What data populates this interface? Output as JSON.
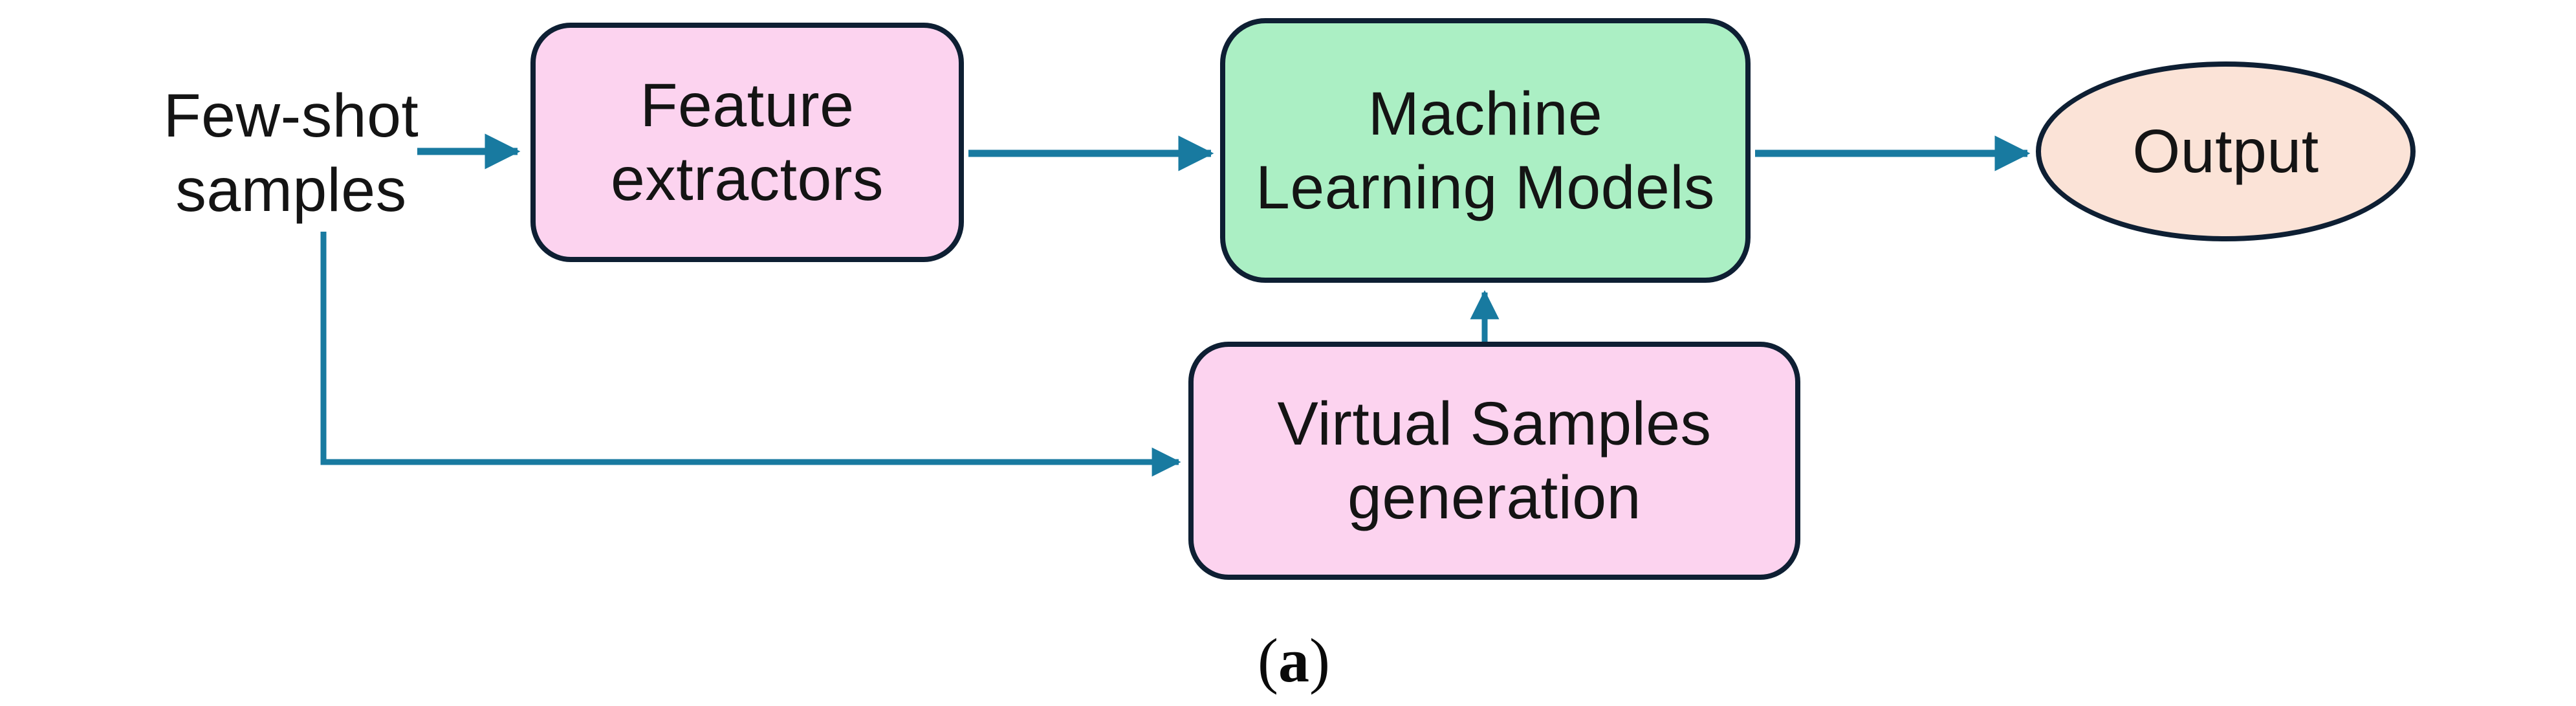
{
  "figure": {
    "caption": {
      "open_paren": "(",
      "letter": "a",
      "close_paren": ")"
    },
    "nodes": {
      "few_shot": {
        "label": "Few-shot\nsamples",
        "shape": "plain-text"
      },
      "feature_extractors": {
        "label": "Feature\nextractors",
        "shape": "rounded-rect",
        "fill": "#fcd3ef"
      },
      "ml_models": {
        "label": "Machine\nLearning Models",
        "shape": "rounded-rect",
        "fill": "#abefc4"
      },
      "virtual_samples": {
        "label": "Virtual Samples\ngeneration",
        "shape": "rounded-rect",
        "fill": "#fcd3ef"
      },
      "output": {
        "label": "Output",
        "shape": "ellipse",
        "fill": "#fbe3d7"
      }
    },
    "edges": [
      {
        "from": "few_shot",
        "to": "feature_extractors",
        "style": "straight-arrow"
      },
      {
        "from": "feature_extractors",
        "to": "ml_models",
        "style": "straight-arrow"
      },
      {
        "from": "ml_models",
        "to": "output",
        "style": "straight-arrow"
      },
      {
        "from": "few_shot",
        "to": "virtual_samples",
        "style": "elbow-arrow"
      },
      {
        "from": "virtual_samples",
        "to": "ml_models",
        "style": "straight-arrow-up"
      }
    ],
    "colors": {
      "box_pink": "#fcd3ef",
      "box_green": "#abefc4",
      "ellipse_peach": "#fbe3d7",
      "outline_navy": "#0e1f33",
      "arrow_teal": "#187aa0",
      "text": "#141414",
      "background": "#ffffff"
    }
  }
}
